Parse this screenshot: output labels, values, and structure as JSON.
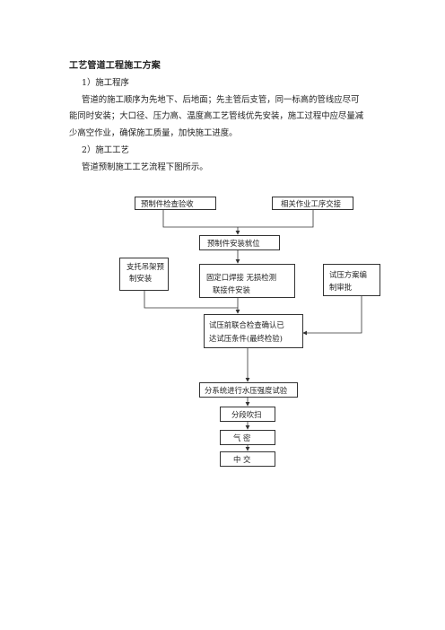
{
  "document": {
    "title": "工艺管道工程施工方案",
    "section1_heading": "1）施工程序",
    "para1_line1": "管道的施工顺序为先地下、后地面；先主管后支管，同一标高的管线应尽可",
    "para1_line2": "能同时安装；大口径、压力高、温度高工艺管线优先安装，施工过程中应尽量减",
    "para1_line3": "少高空作业，确保施工质量，加快施工进度。",
    "section2_heading": "2）施工工艺",
    "para2_line1": "管道预制施工工艺流程下图所示。"
  },
  "flowchart": {
    "box_prefab_inspect": "预制件检查验收",
    "box_related_handover": "相关作业工序交接",
    "box_prefab_install": "预制件安装就位",
    "box_support_line1": "支托吊架预",
    "box_support_line2": "制安装",
    "box_weld_line1": "固定口焊接  无损检测",
    "box_weld_line2": "联接件安装",
    "box_test_plan_line1": "试压方案编",
    "box_test_plan_line2": "制审批",
    "box_pretest_line1": "试压前联合检查确认已",
    "box_pretest_line2": "达试压条件(最终检验)",
    "box_hydro_test": "分系统进行水压强度试验",
    "box_purge": "分段吹扫",
    "box_airtight": "气    密",
    "box_handover": "中    交"
  }
}
